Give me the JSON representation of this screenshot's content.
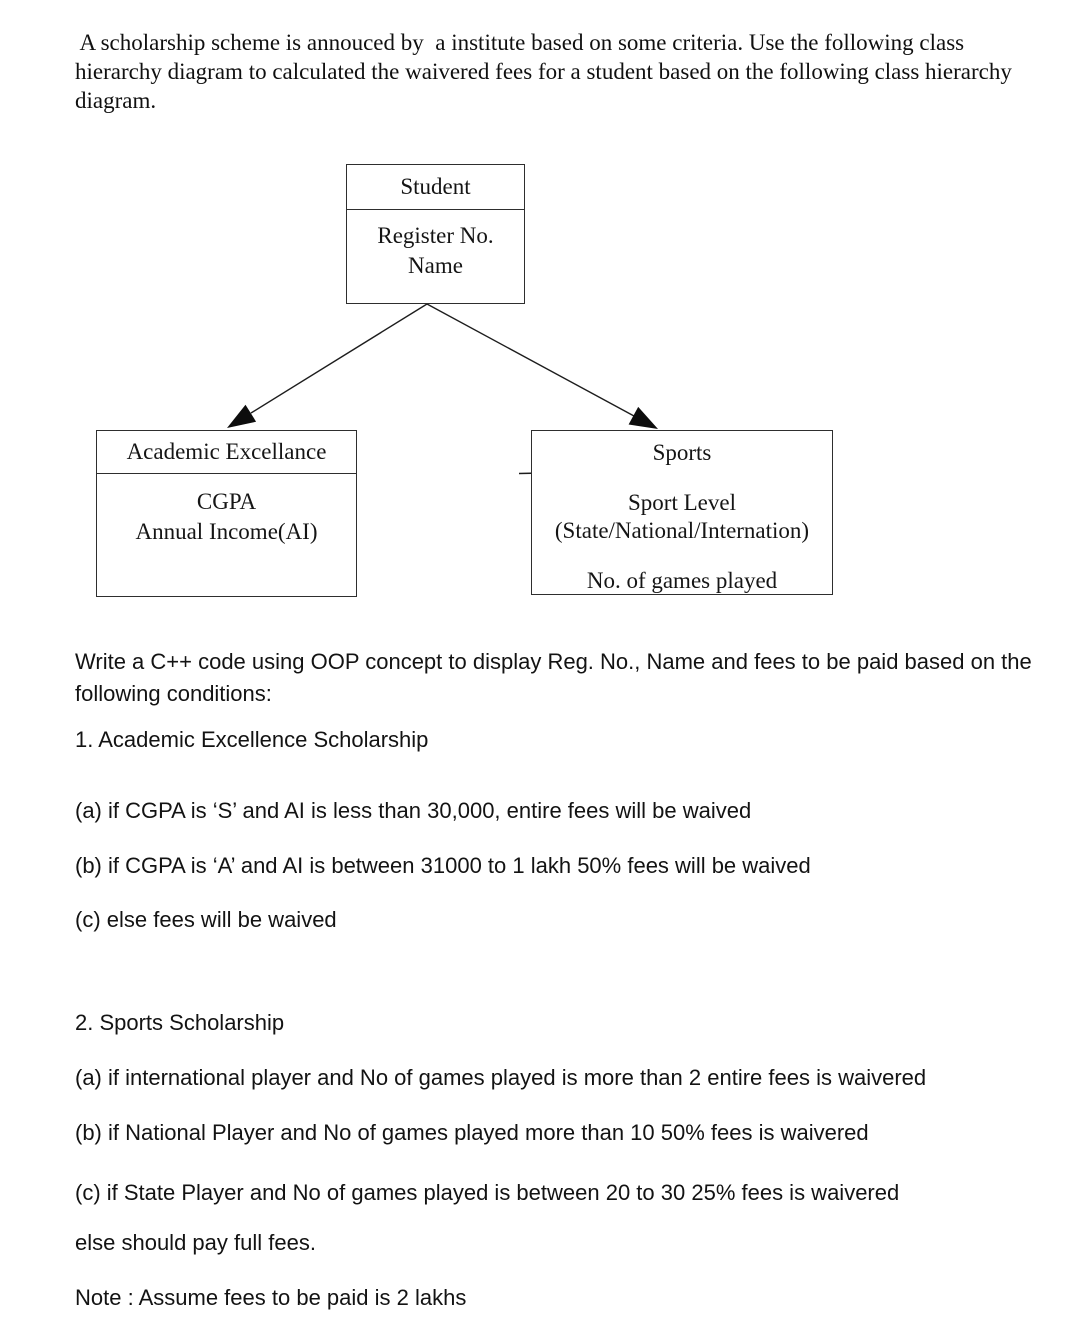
{
  "colors": {
    "text": "#111111",
    "line": "#1d1d1d",
    "box_border": "#2e2e2e",
    "background": "#ffffff"
  },
  "intro": {
    "lines": [
      " A scholarship scheme is annouced by  a institute based on some criteria. Use the following class",
      "hierarchy diagram to calculated the waivered fees for a student based on the following class hierarchy",
      "diagram."
    ]
  },
  "diagram": {
    "student": {
      "title": "Student",
      "attributes": [
        "Register No.",
        "Name"
      ]
    },
    "academic_excellance": {
      "title": "Academic Excellance",
      "attributes": [
        "CGPA",
        "Annual Income(AI)"
      ]
    },
    "sports": {
      "title": "Sports",
      "attributes": [
        "Sport Level",
        "(State/National/Internation)",
        "No. of games played"
      ]
    }
  },
  "task": {
    "intro_lines": [
      "Write a C++ code using OOP concept to display Reg. No., Name and fees to be paid based on the",
      "following conditions:"
    ],
    "academic": {
      "heading": "1. Academic Excellence Scholarship",
      "items": [
        "(a) if CGPA is ‘S’ and AI is less than 30,000, entire fees will be waived",
        "(b) if CGPA is ‘A’ and AI is between 31000 to 1 lakh 50% fees will be waived",
        "(c) else fees will be waived"
      ]
    },
    "sports": {
      "heading": "2. Sports Scholarship",
      "items": [
        "(a) if international player and No of games played is more than 2 entire fees is waivered",
        "(b) if National Player and No of games played more than 10 50% fees is waivered",
        "(c) if State Player and No of games played is between 20 to 30 25% fees is waivered"
      ],
      "else_line": "else should pay full fees.",
      "note": "Note : Assume fees to be paid is 2 lakhs"
    }
  }
}
